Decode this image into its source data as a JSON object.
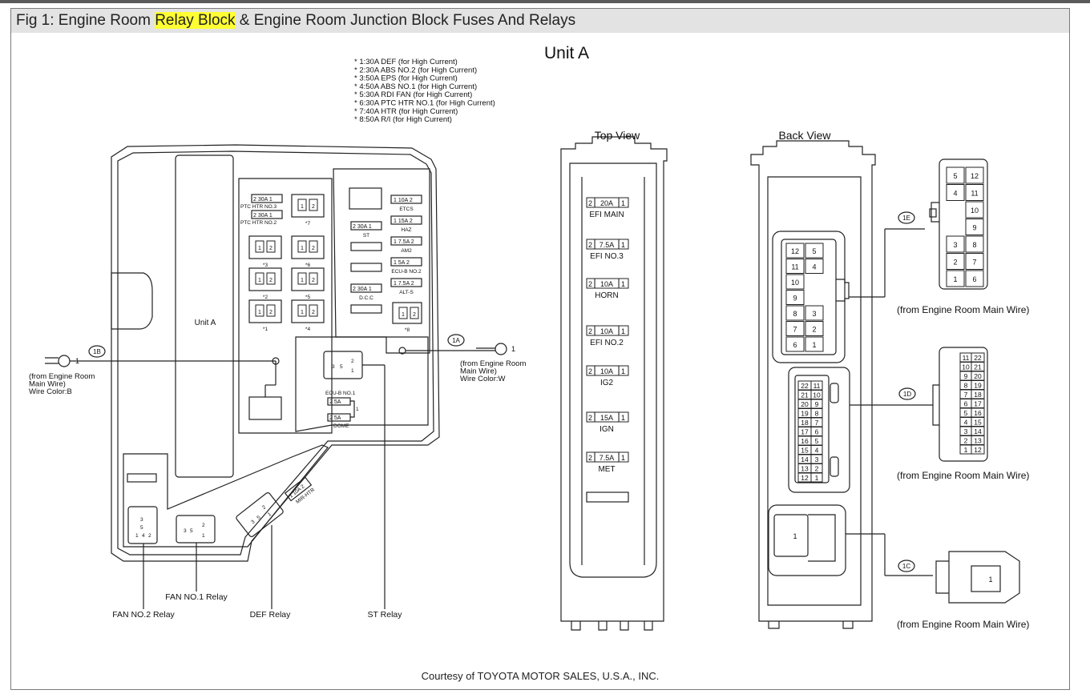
{
  "caption": {
    "prefix": "Fig 1: Engine Room ",
    "highlight": "Relay Block",
    "suffix": " & Engine Room Junction Block Fuses And Relays"
  },
  "unit_title": "Unit A",
  "notes": [
    "* 1:30A DEF (for High Current)",
    "* 2:30A ABS NO.2 (for High Current)",
    "* 3:50A EPS (for High Current)",
    "* 4:50A ABS NO.1 (for High Current)",
    "* 5:30A RDI FAN (for High Current)",
    "* 6:30A PTC HTR NO.1 (for High Current)",
    "* 7:40A HTR (for High Current)",
    "* 8:50A R/I (for High Current)"
  ],
  "view_titles": {
    "top": "Top View",
    "back": "Back View"
  },
  "relay_block": {
    "unit_label": "Unit A",
    "ptc": [
      {
        "rating": "2|30A|1",
        "name": "PTC HTR NO.3"
      },
      {
        "rating": "2|30A|1",
        "name": "PTC HTR NO.2"
      }
    ],
    "relay_marks": [
      "*7",
      "*3",
      "*6",
      "*2",
      "*5",
      "*1",
      "*4",
      "*8"
    ],
    "pin_a": "1",
    "pin_b": "2",
    "mid_fuses": [
      {
        "rating": "2|30A|1",
        "name": "ST"
      },
      {
        "rating": "2|30A|1",
        "name": "D.C.C"
      }
    ],
    "right_fuses": [
      {
        "rating": "1|10A|2",
        "name": "ETCS"
      },
      {
        "rating": "1|15A|2",
        "name": "HAZ"
      },
      {
        "rating": "1|7.5A|2",
        "name": "AM2"
      },
      {
        "rating": "1|5A|2",
        "name": "ECU-B NO.2"
      },
      {
        "rating": "1|7.5A|2",
        "name": "ALT-S"
      }
    ],
    "ecu_group": {
      "name": "ECU-B NO.1",
      "fuse1": "2|5A",
      "fuse2": "2|5A",
      "pin": "1",
      "name2": "DOME"
    },
    "relay_pins": {
      "a": "3",
      "b": "5",
      "c": "1",
      "d": "4",
      "e": "2"
    },
    "mirhtr": {
      "rating": "1|10A|2",
      "name": "MIR-HTR"
    },
    "connector_1b": "1B",
    "connector_1a": "1A",
    "terminal_pin": "1",
    "wire_b": [
      "(from Engine Room",
      "Main Wire)",
      "Wire Color:B"
    ],
    "wire_w": [
      "(from Engine Room",
      "Main Wire)",
      "Wire Color:W"
    ],
    "relay_labels": {
      "fan1": "FAN NO.1 Relay",
      "fan2": "FAN NO.2 Relay",
      "def": "DEF Relay",
      "st": "ST Relay"
    }
  },
  "top_view_fuses": [
    {
      "rating": "2|20A|1",
      "name": "EFI MAIN"
    },
    {
      "rating": "2|7.5A|1",
      "name": "EFI NO.3"
    },
    {
      "rating": "2|10A|1",
      "name": "HORN"
    },
    {
      "rating": "2|10A|1",
      "name": "EFI NO.2"
    },
    {
      "rating": "2|10A|1",
      "name": "IG2"
    },
    {
      "rating": "2|15A|1",
      "name": "IGN"
    },
    {
      "rating": "2|7.5A|1",
      "name": "MET"
    }
  ],
  "connectors": {
    "1E": {
      "label": "1E",
      "back_rows": [
        [
          "12",
          "5"
        ],
        [
          "11",
          "4"
        ],
        [
          "10",
          ""
        ],
        [
          "9",
          ""
        ],
        [
          "8",
          "3"
        ],
        [
          "7",
          "2"
        ],
        [
          "6",
          "1"
        ]
      ],
      "plug_rows": [
        [
          "5",
          "12"
        ],
        [
          "4",
          "11"
        ],
        [
          "",
          "10"
        ],
        [
          "",
          "9"
        ],
        [
          "3",
          "8"
        ],
        [
          "2",
          "7"
        ],
        [
          "1",
          "6"
        ]
      ],
      "source": "(from Engine Room Main Wire)"
    },
    "1D": {
      "label": "1D",
      "back_rows": [
        [
          "22",
          "11"
        ],
        [
          "21",
          "10"
        ],
        [
          "20",
          "9"
        ],
        [
          "19",
          "8"
        ],
        [
          "18",
          "7"
        ],
        [
          "17",
          "6"
        ],
        [
          "16",
          "5"
        ],
        [
          "15",
          "4"
        ],
        [
          "14",
          "3"
        ],
        [
          "13",
          "2"
        ],
        [
          "12",
          "1"
        ]
      ],
      "plug_rows": [
        [
          "11",
          "22"
        ],
        [
          "10",
          "21"
        ],
        [
          "9",
          "20"
        ],
        [
          "8",
          "19"
        ],
        [
          "7",
          "18"
        ],
        [
          "6",
          "17"
        ],
        [
          "5",
          "16"
        ],
        [
          "4",
          "15"
        ],
        [
          "3",
          "14"
        ],
        [
          "2",
          "13"
        ],
        [
          "1",
          "12"
        ]
      ],
      "source": "(from Engine Room Main Wire)"
    },
    "1C": {
      "label": "1C",
      "pin": "1",
      "source": "(from Engine Room Main Wire)"
    }
  },
  "footer": "Courtesy of TOYOTA MOTOR SALES, U.S.A., INC."
}
